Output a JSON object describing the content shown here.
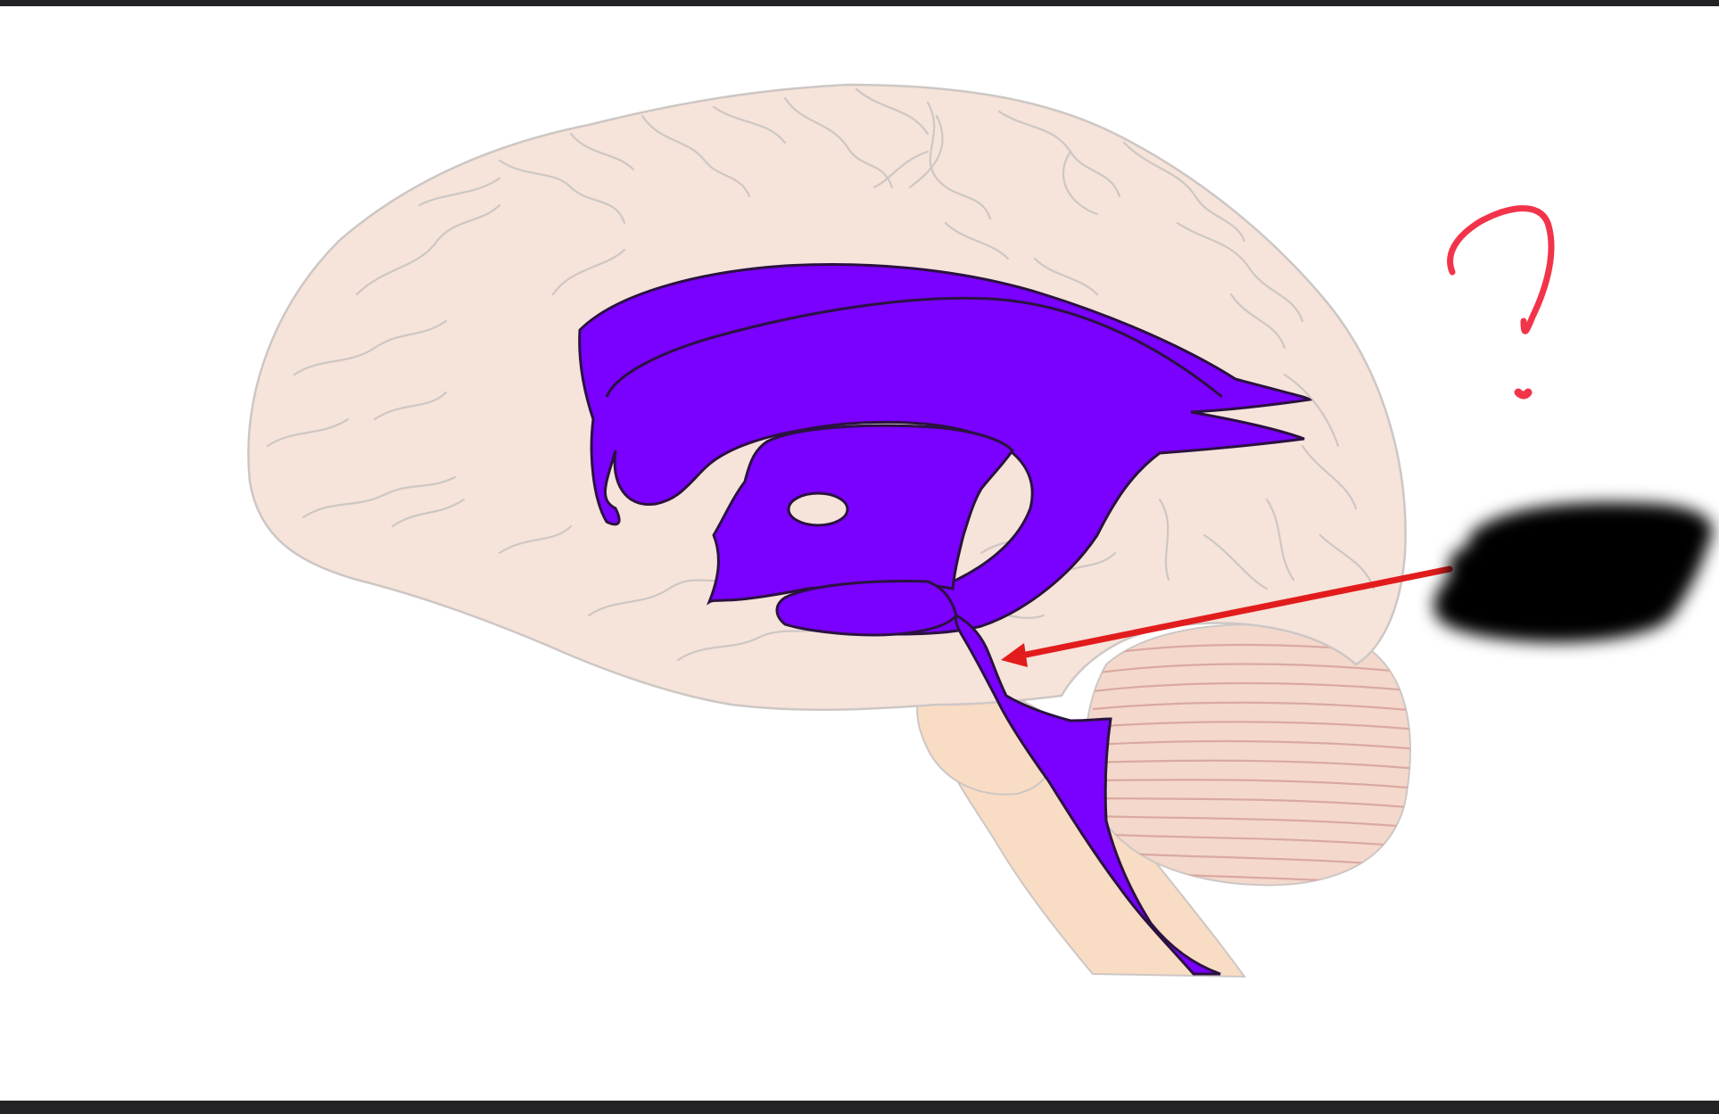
{
  "diagram": {
    "subject": "brain-ventricular-system-sagittal",
    "colors": {
      "brain_fill": "#f6e3da",
      "brain_outline": "#cdc7c4",
      "ventricle_fill": "#7a00ff",
      "ventricle_outline": "#2a1240",
      "cerebellum_fill": "#f4d8cc",
      "cerebellum_lines": "#d9a9a0",
      "brainstem_fill": "#f9dcc4",
      "arrow_color": "#e21c1c",
      "question_mark_color": "#f2344a",
      "redaction_color": "#000000",
      "frame_bar_color": "#232326"
    },
    "annotation": {
      "question_mark": "?",
      "pointer": "red-arrow-to-cerebral-aqueduct",
      "hidden_label": "redacted"
    }
  }
}
